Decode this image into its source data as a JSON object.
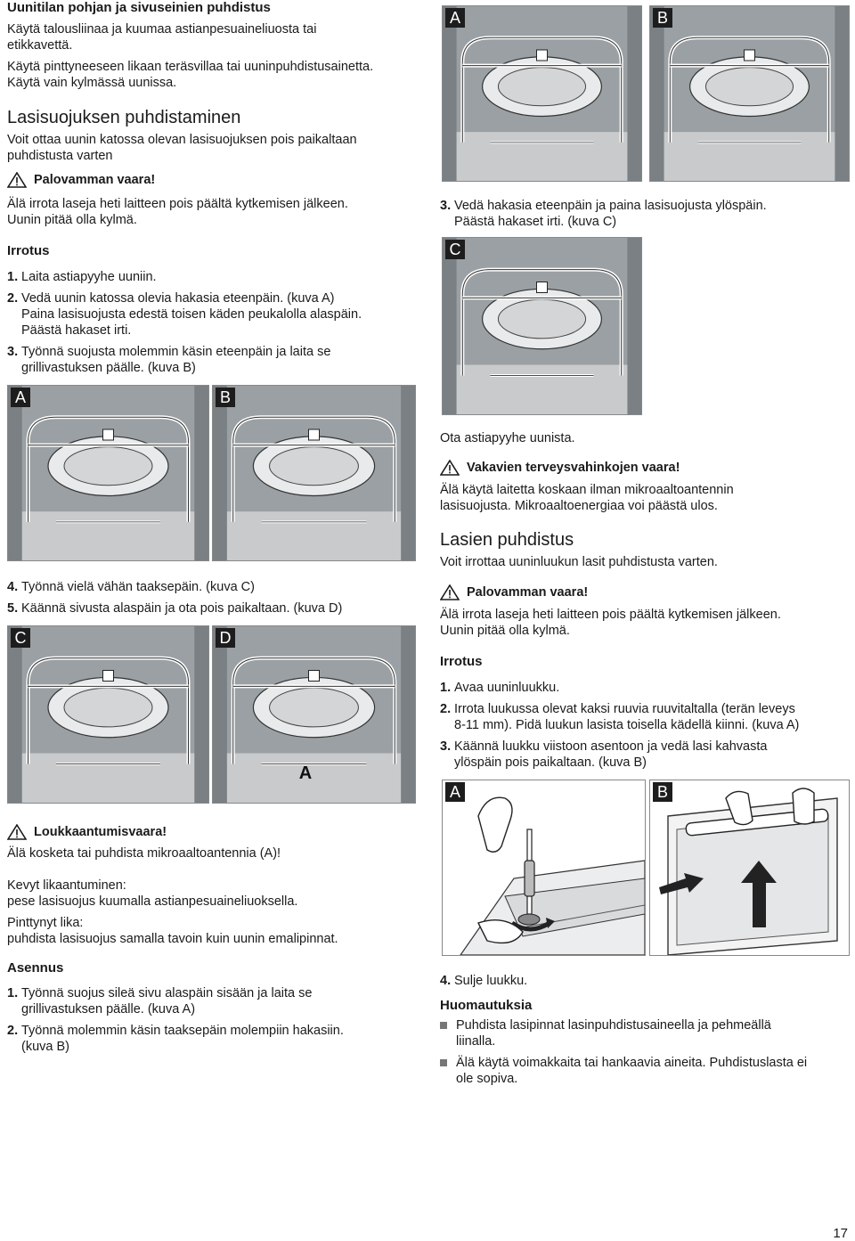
{
  "left": {
    "section1_title": "Uunitilan pohjan ja sivuseinien puhdistus",
    "section1_lines": [
      "Käytä talousliinaa ja kuumaa astianpesuaineliuosta tai",
      "etikkavettä.",
      "Käytä pinttyneeseen likaan teräsvillaa tai uuninpuhdistusainetta.",
      "Käytä vain kylmässä uunissa."
    ],
    "section2_title": "Lasisuojuksen puhdistaminen",
    "section2_intro": [
      "Voit ottaa uunin katossa olevan lasisuojuksen pois paikaltaan",
      "puhdistusta varten"
    ],
    "warning1_title": "Palovamman vaara!",
    "warning1_lines": [
      "Älä irrota laseja heti laitteen pois päältä kytkemisen jälkeen.",
      "Uunin pitää olla kylmä."
    ],
    "irrotus_title": "Irrotus",
    "steps_a": [
      {
        "num": "1.",
        "lines": [
          "Laita astiapyyhe uuniin."
        ]
      },
      {
        "num": "2.",
        "lines": [
          "Vedä uunin katossa olevia hakasia eteenpäin. (kuva A)",
          "Paina lasisuojusta edestä toisen käden peukalolla alaspäin.",
          "Päästä hakaset irti."
        ]
      },
      {
        "num": "3.",
        "lines": [
          "Työnnä suojusta molemmin käsin eteenpäin ja laita se",
          "grillivastuksen päälle. (kuva B)"
        ]
      }
    ],
    "steps_b": [
      {
        "num": "4.",
        "lines": [
          "Työnnä vielä vähän taaksepäin. (kuva C)"
        ]
      },
      {
        "num": "5.",
        "lines": [
          "Käännä sivusta alaspäin ja ota pois paikaltaan. (kuva D)"
        ]
      }
    ],
    "warning2_title": "Loukkaantumisvaara!",
    "warning2_line": "Älä kosketa tai puhdista mikroaaltoantennia (A)!",
    "light_dirt_title": "Kevyt likaantuminen:",
    "light_dirt_text": "pese lasisuojus kuumalla astianpesuaineliuoksella.",
    "heavy_dirt_title": "Pinttynyt lika:",
    "heavy_dirt_text": "puhdista lasisuojus samalla tavoin kuin uunin emalipinnat.",
    "asennus_title": "Asennus",
    "steps_c": [
      {
        "num": "1.",
        "lines": [
          "Työnnä suojus sileä sivu alaspäin sisään ja laita se",
          "grillivastuksen päälle. (kuva A)"
        ]
      },
      {
        "num": "2.",
        "lines": [
          "Työnnä molemmin käsin taaksepäin molempiin hakasiin.",
          "(kuva B)"
        ]
      }
    ]
  },
  "right": {
    "step3": {
      "num": "3.",
      "lines": [
        "Vedä hakasia eteenpäin ja paina lasisuojusta ylöspäin.",
        "Päästä hakaset irti. (kuva C)"
      ]
    },
    "towel_line": "Ota astiapyyhe uunista.",
    "warning3_title": "Vakavien terveysvahinkojen vaara!",
    "warning3_lines": [
      "Älä käytä laitetta koskaan ilman mikroaaltoantennin",
      "lasisuojusta. Mikroaaltoenergiaa voi päästä ulos."
    ],
    "section3_title": "Lasien puhdistus",
    "section3_intro": "Voit irrottaa uuninluukun lasit puhdistusta varten.",
    "warning4_title": "Palovamman vaara!",
    "warning4_lines": [
      "Älä irrota laseja heti laitteen pois päältä kytkemisen jälkeen.",
      "Uunin pitää olla kylmä."
    ],
    "irrotus_title": "Irrotus",
    "steps_d": [
      {
        "num": "1.",
        "lines": [
          "Avaa uuninluukku."
        ]
      },
      {
        "num": "2.",
        "lines": [
          "Irrota luukussa olevat kaksi ruuvia ruuvitaltalla (terän leveys",
          "8-11 mm). Pidä luukun lasista toisella kädellä kiinni. (kuva A)"
        ]
      },
      {
        "num": "3.",
        "lines": [
          "Käännä luukku viistoon asentoon ja vedä lasi kahvasta",
          "ylöspäin pois paikaltaan. (kuva B)"
        ]
      }
    ],
    "step4": {
      "num": "4.",
      "lines": [
        "Sulje luukku."
      ]
    },
    "notes_title": "Huomautuksia",
    "notes": [
      [
        "Puhdista lasipinnat lasinpuhdistusaineella ja pehmeällä",
        "liinalla."
      ],
      [
        "Älä käytä voimakkaita tai hankaavia aineita. Puhdistuslasta ei",
        "ole sopiva."
      ]
    ]
  },
  "figures": {
    "labels": {
      "a": "A",
      "b": "B",
      "c": "C",
      "d": "D"
    },
    "antenna_label": "A"
  },
  "page_number": "17",
  "colors": {
    "figure_bg": "#7a8084",
    "wall": "#9aa0a3",
    "floor": "#c8cacb",
    "label_bg": "#1d1d1d",
    "warning": "#1a1a1a"
  }
}
